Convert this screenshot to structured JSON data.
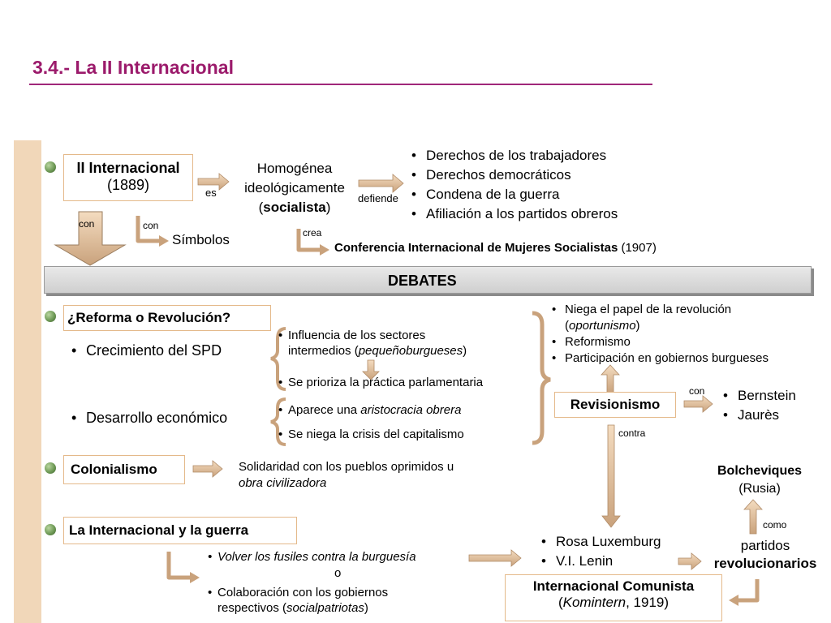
{
  "title": "3.4.- La II Internacional",
  "colors": {
    "title": "#9b1a6b",
    "accent_border": "#e4b98a",
    "arrow": "#d8b894",
    "arrow_dark": "#9a7d5f",
    "sidebar": "#f1d7b9"
  },
  "ii": {
    "box_line1": "II Internacional",
    "box_line2": "(1889)",
    "es": "es",
    "homog_line1": "Homogénea",
    "homog_line2": "ideológicamente",
    "homog_open": "(",
    "homog_bold": "socialista",
    "homog_close": ")",
    "defiende": "defiende",
    "rights": [
      "Derechos de los trabajadores",
      "Derechos democráticos",
      "Condena de la guerra",
      "Afiliación a los partidos obreros"
    ],
    "con1": "con",
    "con2": "con",
    "simbolos": "Símbolos",
    "crea": "crea",
    "conf_bold": "Conferencia Internacional de Mujeres Socialistas",
    "conf_year": " (1907)"
  },
  "debates": {
    "label": "DEBATES"
  },
  "reforma": {
    "box": "¿Reforma o Revolución?",
    "item1": "Crecimiento del SPD",
    "item2": "Desarrollo económico",
    "g1a_line1": "Influencia de los sectores",
    "g1a_line2_pre": "intermedios (",
    "g1a_line2_em": "pequeñoburgueses",
    "g1a_line2_post": ")",
    "g1b": "Se prioriza la práctica parlamentaria",
    "g2a_pre": "Aparece una ",
    "g2a_em": "aristocracia obrera",
    "g2b": "Se niega la crisis del capitalismo",
    "right1_line1": "Niega el papel de la revolución",
    "right1_line2_pre": "(",
    "right1_line2_em": "oportunismo",
    "right1_line2_post": ")",
    "right2": "Reformismo",
    "right3": "Participación en gobiernos burgueses",
    "revisionismo": "Revisionismo",
    "con": "con",
    "names": [
      "Bernstein",
      "Jaurès"
    ],
    "contra": "contra"
  },
  "colonialismo": {
    "box": "Colonialismo",
    "text_line1": "Solidaridad con los pueblos oprimidos u",
    "text_line2": "obra civilizadora"
  },
  "guerra": {
    "box": "La Internacional y la guerra",
    "opt1": "Volver los fusiles contra la burguesía",
    "o": "o",
    "opt2_line1": "Colaboración con los gobiernos",
    "opt2_line2_pre": "respectivos (",
    "opt2_line2_em": "socialpatriotas",
    "opt2_line2_post": ")",
    "leaders": [
      "Rosa Luxemburg",
      "V.I. Lenin"
    ],
    "komintern_line1": "Internacional Comunista",
    "komintern_line2_open": "(",
    "komintern_line2_em": "Komintern",
    "komintern_line2_post": ", 1919)",
    "bolch_line1": "Bolcheviques",
    "bolch_line2": "(Rusia)",
    "como": "como",
    "partidos_line1": "partidos",
    "partidos_line2": "revolucionarios"
  }
}
